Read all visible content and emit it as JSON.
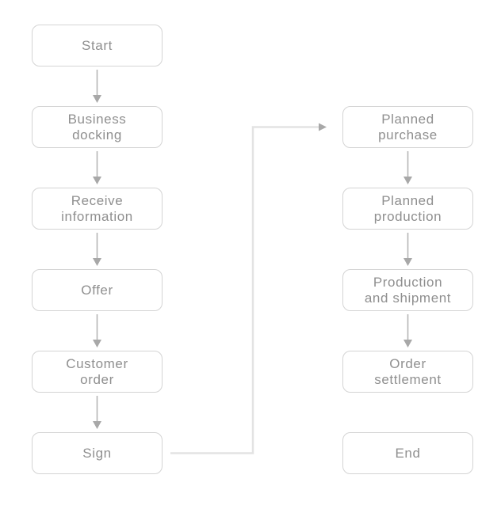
{
  "colors": {
    "background": "#ffffff",
    "box_border": "#d4d4d4",
    "box_text": "#8f8f8f",
    "arrow_line": "#b6b6b6",
    "arrow_head": "#a8a8a8",
    "connector_line": "#e3e3e3"
  },
  "flowchart": {
    "left_column": [
      {
        "id": "start",
        "lines": [
          "Start"
        ]
      },
      {
        "id": "business-docking",
        "lines": [
          "Business",
          "docking"
        ]
      },
      {
        "id": "receive-information",
        "lines": [
          "Receive",
          "information"
        ]
      },
      {
        "id": "offer",
        "lines": [
          "Offer"
        ]
      },
      {
        "id": "customer-order",
        "lines": [
          "Customer",
          "order"
        ]
      },
      {
        "id": "sign",
        "lines": [
          "Sign"
        ]
      }
    ],
    "right_column": [
      {
        "id": "planned-purchase",
        "lines": [
          "Planned",
          "purchase"
        ]
      },
      {
        "id": "planned-production",
        "lines": [
          "Planned",
          "production"
        ]
      },
      {
        "id": "production-and-shipment",
        "lines": [
          "Production",
          "and shipment"
        ]
      },
      {
        "id": "order-settlement",
        "lines": [
          "Order",
          "settlement"
        ]
      },
      {
        "id": "end",
        "lines": [
          "End"
        ]
      }
    ],
    "edges": [
      {
        "from": "start",
        "to": "business-docking",
        "type": "arrow-down"
      },
      {
        "from": "business-docking",
        "to": "receive-information",
        "type": "arrow-down"
      },
      {
        "from": "receive-information",
        "to": "offer",
        "type": "arrow-down"
      },
      {
        "from": "offer",
        "to": "customer-order",
        "type": "arrow-down"
      },
      {
        "from": "customer-order",
        "to": "sign",
        "type": "arrow-down"
      },
      {
        "from": "sign",
        "to": "planned-purchase",
        "type": "elbow-right-up-right"
      },
      {
        "from": "planned-purchase",
        "to": "planned-production",
        "type": "arrow-down"
      },
      {
        "from": "planned-production",
        "to": "production-and-shipment",
        "type": "arrow-down"
      },
      {
        "from": "production-and-shipment",
        "to": "order-settlement",
        "type": "arrow-down"
      }
    ]
  }
}
